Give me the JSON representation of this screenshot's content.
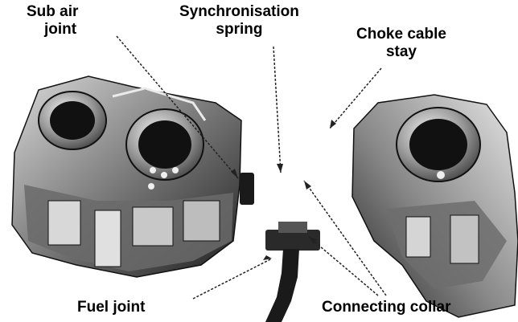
{
  "labels": {
    "sub_air_joint": [
      "Sub air",
      "joint"
    ],
    "synchronisation_spring": [
      "Synchronisation",
      "spring"
    ],
    "choke_cable_stay": [
      "Choke cable",
      "stay"
    ],
    "fuel_joint": "Fuel joint",
    "connecting_collar": "Connecting collar"
  },
  "colors": {
    "background": "#ffffff",
    "text": "#000000",
    "metal_light": "#e8e8e8",
    "metal_mid": "#8a8a8a",
    "metal_dark": "#1a1a1a"
  }
}
